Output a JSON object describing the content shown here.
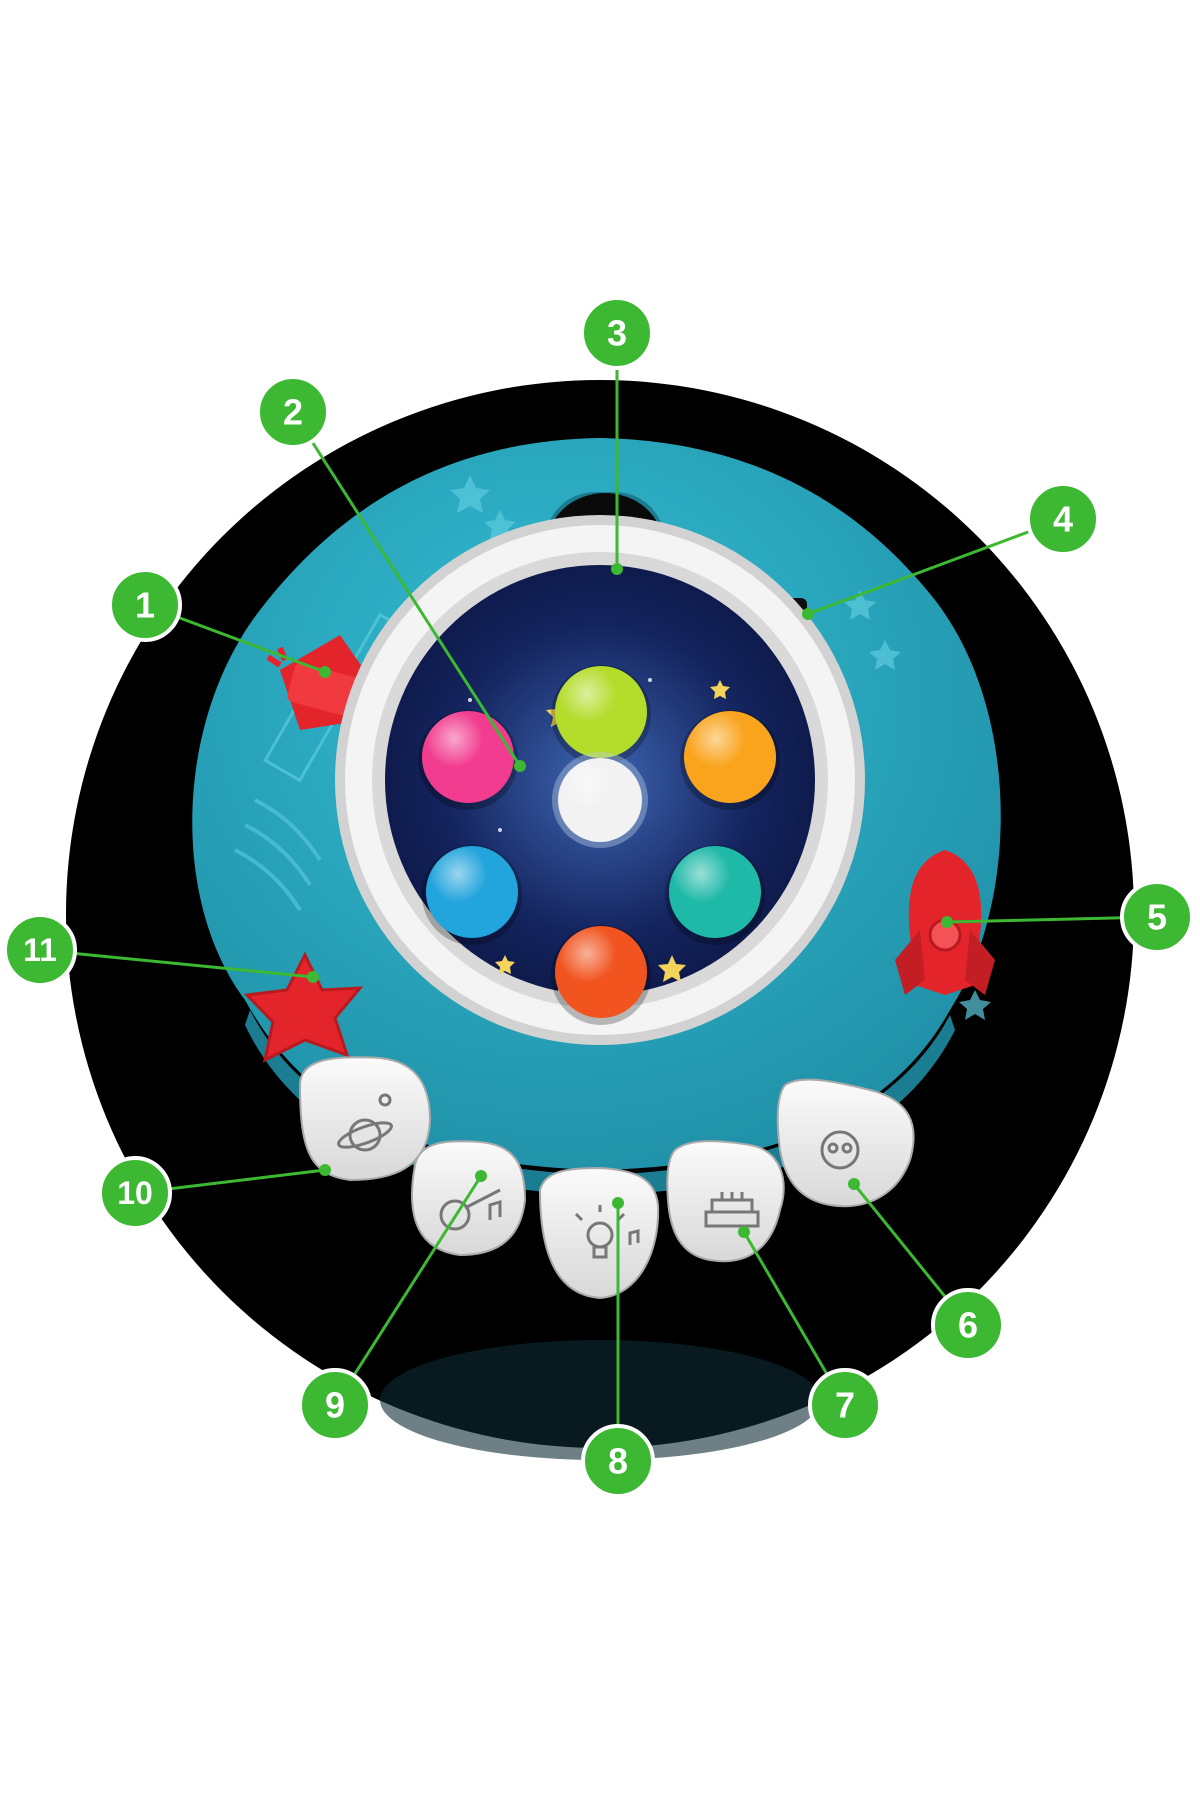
{
  "image": {
    "subject": "toy",
    "background_color": "#ffffff",
    "disc_color": "#000000",
    "toy_body_color": "#29a6bd",
    "accent_green": "#3cb832",
    "accent_red": "#e3242b"
  },
  "callouts": [
    {
      "label": "1",
      "target": "satellite-button"
    },
    {
      "label": "2",
      "target": "pop-bubble-panel"
    },
    {
      "label": "3",
      "target": "speaker-hole"
    },
    {
      "label": "4",
      "target": "power-switch"
    },
    {
      "label": "5",
      "target": "rocket-button"
    },
    {
      "label": "6",
      "target": "astronaut-sound-button"
    },
    {
      "label": "7",
      "target": "birthday-cake-button"
    },
    {
      "label": "8",
      "target": "light-music-button"
    },
    {
      "label": "9",
      "target": "guitar-music-button"
    },
    {
      "label": "10",
      "target": "planet-sound-button"
    },
    {
      "label": "11",
      "target": "star-button"
    }
  ],
  "bubbles": [
    {
      "color": "#b4dc2a"
    },
    {
      "color": "#f9a41c"
    },
    {
      "color": "#1fb9a8"
    },
    {
      "color": "#f1541f"
    },
    {
      "color": "#22a4dc"
    },
    {
      "color": "#f23c8f"
    }
  ],
  "center_bubble_color": "#f2f2f2",
  "sound_buttons": [
    {
      "icon": "planet-icon"
    },
    {
      "icon": "guitar-icon"
    },
    {
      "icon": "lightbulb-icon"
    },
    {
      "icon": "cake-icon"
    },
    {
      "icon": "astronaut-icon"
    }
  ]
}
